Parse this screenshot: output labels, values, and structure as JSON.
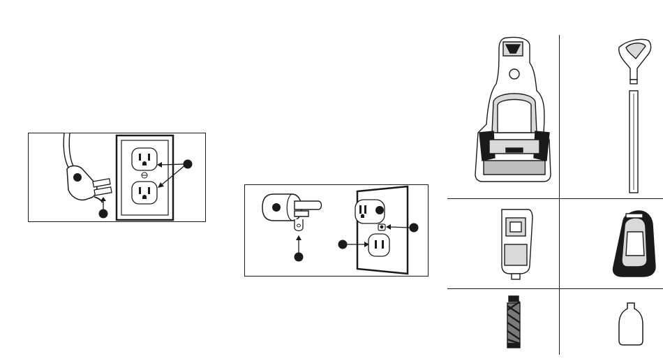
{
  "page": {
    "background": "#ffffff",
    "ink_color": "#1a1a1a"
  },
  "figures": {
    "grounded_plug": {
      "icons": [
        "power-cord-icon",
        "grounding-plug-icon",
        "grounded-outlet-icon",
        "callout-dot-icon",
        "arrow-icon"
      ]
    },
    "adapter": {
      "icons": [
        "adapter-icon",
        "grounding-tab-icon",
        "outlet-icon",
        "callout-dot-icon",
        "arrow-icon"
      ]
    },
    "parts_grid": {
      "parts": [
        {
          "name": "base-unit",
          "icon": "upright-base-icon"
        },
        {
          "name": "handle",
          "icon": "handle-icon"
        },
        {
          "name": "clean-water-tank",
          "icon": "water-tank-icon"
        },
        {
          "name": "dirty-water-tank",
          "icon": "dirty-tank-icon"
        },
        {
          "name": "brush-roll",
          "icon": "brush-roll-icon"
        },
        {
          "name": "formula-bottle",
          "icon": "bottle-icon"
        }
      ]
    }
  }
}
